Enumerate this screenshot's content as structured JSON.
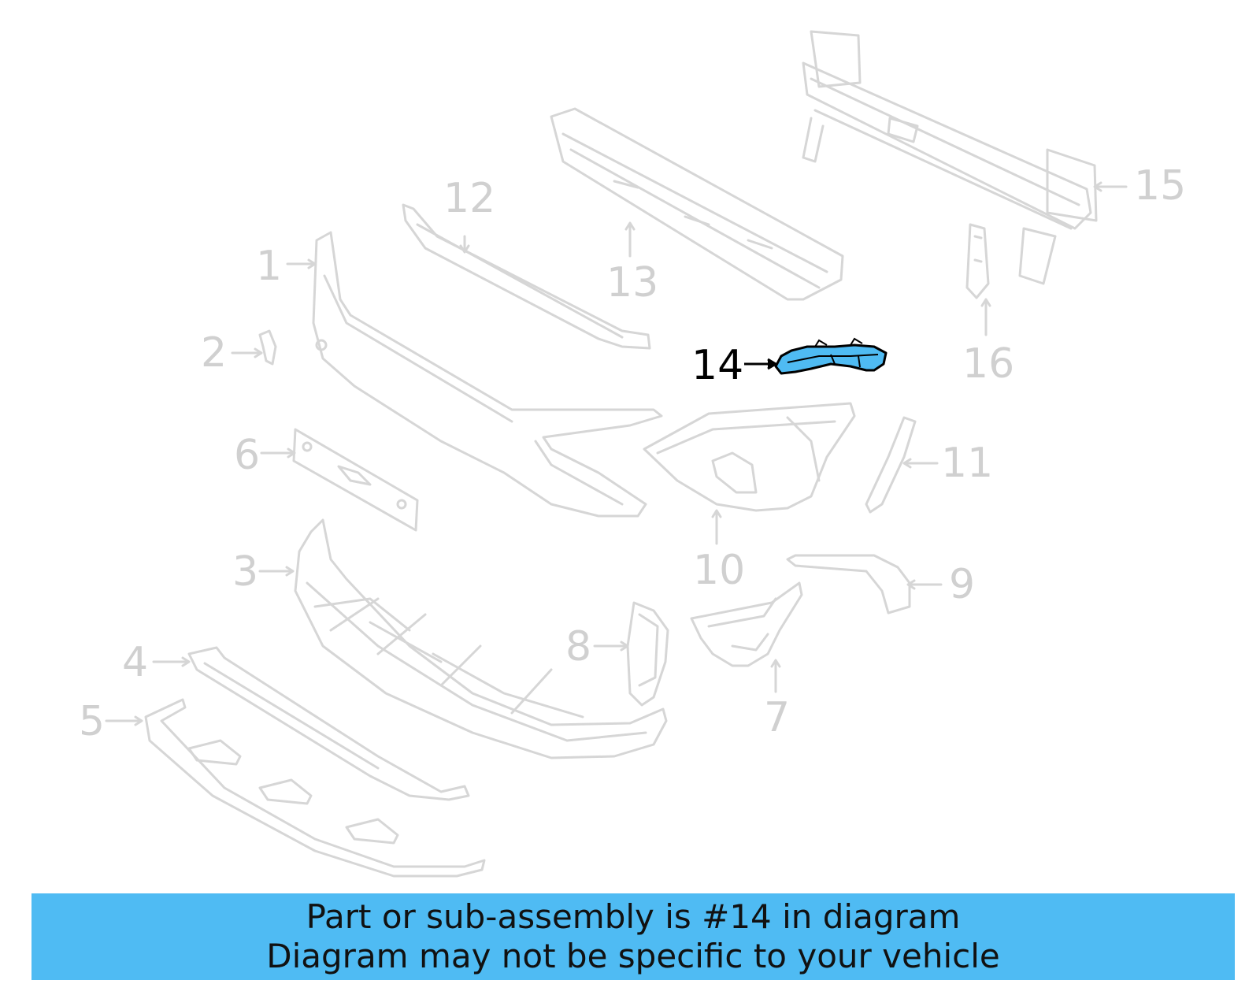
{
  "diagram": {
    "callouts": [
      {
        "id": "1",
        "label": "1"
      },
      {
        "id": "2",
        "label": "2"
      },
      {
        "id": "3",
        "label": "3"
      },
      {
        "id": "4",
        "label": "4"
      },
      {
        "id": "5",
        "label": "5"
      },
      {
        "id": "6",
        "label": "6"
      },
      {
        "id": "7",
        "label": "7"
      },
      {
        "id": "8",
        "label": "8"
      },
      {
        "id": "9",
        "label": "9"
      },
      {
        "id": "10",
        "label": "10"
      },
      {
        "id": "11",
        "label": "11"
      },
      {
        "id": "12",
        "label": "12"
      },
      {
        "id": "13",
        "label": "13"
      },
      {
        "id": "14",
        "label": "14",
        "highlighted": true
      },
      {
        "id": "15",
        "label": "15"
      },
      {
        "id": "16",
        "label": "16"
      }
    ],
    "colors": {
      "part_outline": "#d6d6d6",
      "highlight_fill": "#4fbbf3",
      "highlight_label": "#000000",
      "banner": "#4fbbf3"
    }
  },
  "banner": {
    "line1": "Part or sub-assembly is #14 in diagram",
    "line2": "Diagram may not be specific to your vehicle"
  }
}
